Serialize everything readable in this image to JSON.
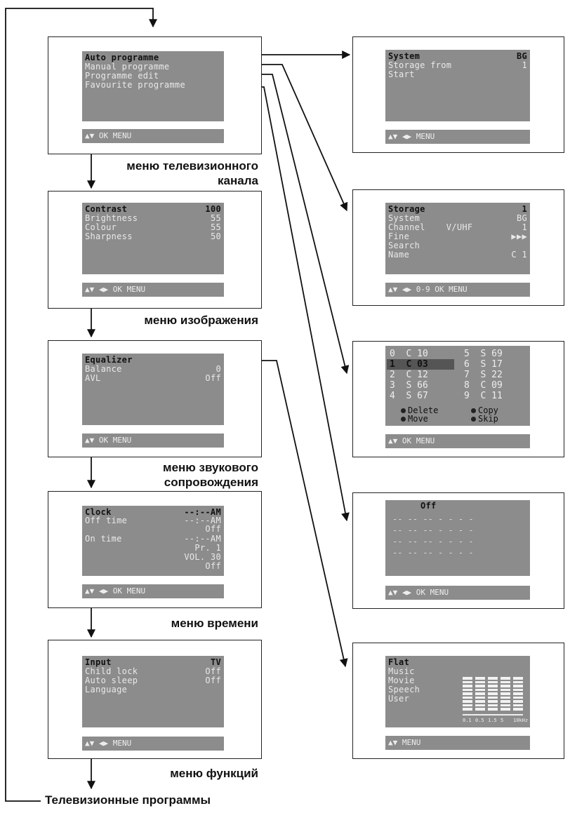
{
  "left_menus": [
    {
      "id": "channel",
      "rows": [
        {
          "label": "Auto programme",
          "value": "",
          "highlight": true
        },
        {
          "label": "Manual programme",
          "value": "",
          "highlight": false
        },
        {
          "label": "Programme edit",
          "value": "",
          "highlight": false
        },
        {
          "label": "Favourite programme",
          "value": "",
          "highlight": false
        }
      ],
      "bar": "▲▼ OK MENU",
      "caption": "меню телевизионного\nканала"
    },
    {
      "id": "picture",
      "rows": [
        {
          "label": "Contrast",
          "value": "100",
          "highlight": true
        },
        {
          "label": "Brightness",
          "value": "55",
          "highlight": false
        },
        {
          "label": "Colour",
          "value": "55",
          "highlight": false
        },
        {
          "label": "Sharpness",
          "value": "50",
          "highlight": false
        }
      ],
      "bar": "▲▼ ◀▶ OK MENU",
      "caption": "меню изображения"
    },
    {
      "id": "sound",
      "rows": [
        {
          "label": "Equalizer",
          "value": "",
          "highlight": true
        },
        {
          "label": "Balance",
          "value": "0",
          "highlight": false
        },
        {
          "label": "AVL",
          "value": "Off",
          "highlight": false
        }
      ],
      "bar": "▲▼ OK MENU",
      "caption": "меню звукового\nсопровождения"
    },
    {
      "id": "time",
      "rows": [
        {
          "label": "Clock",
          "value": "--:--AM",
          "highlight": true
        },
        {
          "label": "Off time",
          "value": "--:--AM",
          "highlight": false
        },
        {
          "label": "",
          "value": "Off",
          "highlight": false
        },
        {
          "label": "On time",
          "value": "--:--AM",
          "highlight": false
        },
        {
          "label": "",
          "value": "Pr. 1",
          "highlight": false
        },
        {
          "label": "",
          "value": "VOL. 30",
          "highlight": false
        },
        {
          "label": "",
          "value": "Off",
          "highlight": false
        }
      ],
      "bar": "▲▼ ◀▶ OK MENU",
      "caption": "меню времени"
    },
    {
      "id": "function",
      "rows": [
        {
          "label": "Input",
          "value": "TV",
          "highlight": true
        },
        {
          "label": "Child lock",
          "value": "Off",
          "highlight": false
        },
        {
          "label": "Auto sleep",
          "value": "Off",
          "highlight": false
        },
        {
          "label": "Language",
          "value": "",
          "highlight": false
        }
      ],
      "bar": "▲▼ ◀▶ MENU",
      "caption": "меню функций"
    }
  ],
  "right_menus": {
    "auto": {
      "rows": [
        {
          "label": "System",
          "value": "BG",
          "highlight": true
        },
        {
          "label": "Storage from",
          "value": "1",
          "highlight": false
        },
        {
          "label": "Start",
          "value": "",
          "highlight": false
        }
      ],
      "bar": "▲▼ ◀▶ MENU"
    },
    "manual": {
      "rows": [
        {
          "label": "Storage",
          "value": "1",
          "highlight": true
        },
        {
          "label": "System",
          "value": "BG",
          "highlight": false
        },
        {
          "label": "Channel    V/UHF",
          "value": "1",
          "highlight": false
        },
        {
          "label": "Fine",
          "value": "▶▶▶",
          "highlight": false
        },
        {
          "label": "Search",
          "value": "",
          "highlight": false
        },
        {
          "label": "Name",
          "value": "C 1",
          "highlight": false
        }
      ],
      "bar": "▲▼ ◀▶ 0-9 OK MENU"
    },
    "edit": {
      "grid_left": [
        "0  C 10",
        "1  C 03",
        "2  C 12",
        "3  S 66",
        "4  S 67"
      ],
      "grid_right": [
        "5  S 69",
        "6  S 17",
        "7  S 22",
        "8  C 09",
        "9  C 11"
      ],
      "selected_index": 1,
      "options_left": [
        "Delete",
        "Move"
      ],
      "options_right": [
        "Copy",
        "Skip"
      ],
      "bar": "▲▼ OK MENU"
    },
    "favourite": {
      "title": "Off",
      "bar": "▲▼ ◀▶ OK MENU"
    },
    "equalizer": {
      "rows": [
        {
          "label": "Flat",
          "value": "",
          "highlight": true
        },
        {
          "label": "Music",
          "value": "",
          "highlight": false
        },
        {
          "label": "Movie",
          "value": "",
          "highlight": false
        },
        {
          "label": "Speech",
          "value": "",
          "highlight": false
        },
        {
          "label": "User",
          "value": "",
          "highlight": false
        }
      ],
      "bands": [
        "0.1",
        "0.5",
        "1.5",
        "5",
        "10kHz"
      ],
      "band_levels": [
        0.5,
        0.5,
        0.5,
        0.5,
        0.5
      ],
      "bar": "▲▼ MENU"
    }
  },
  "bottom_label": "Телевизионные программы"
}
